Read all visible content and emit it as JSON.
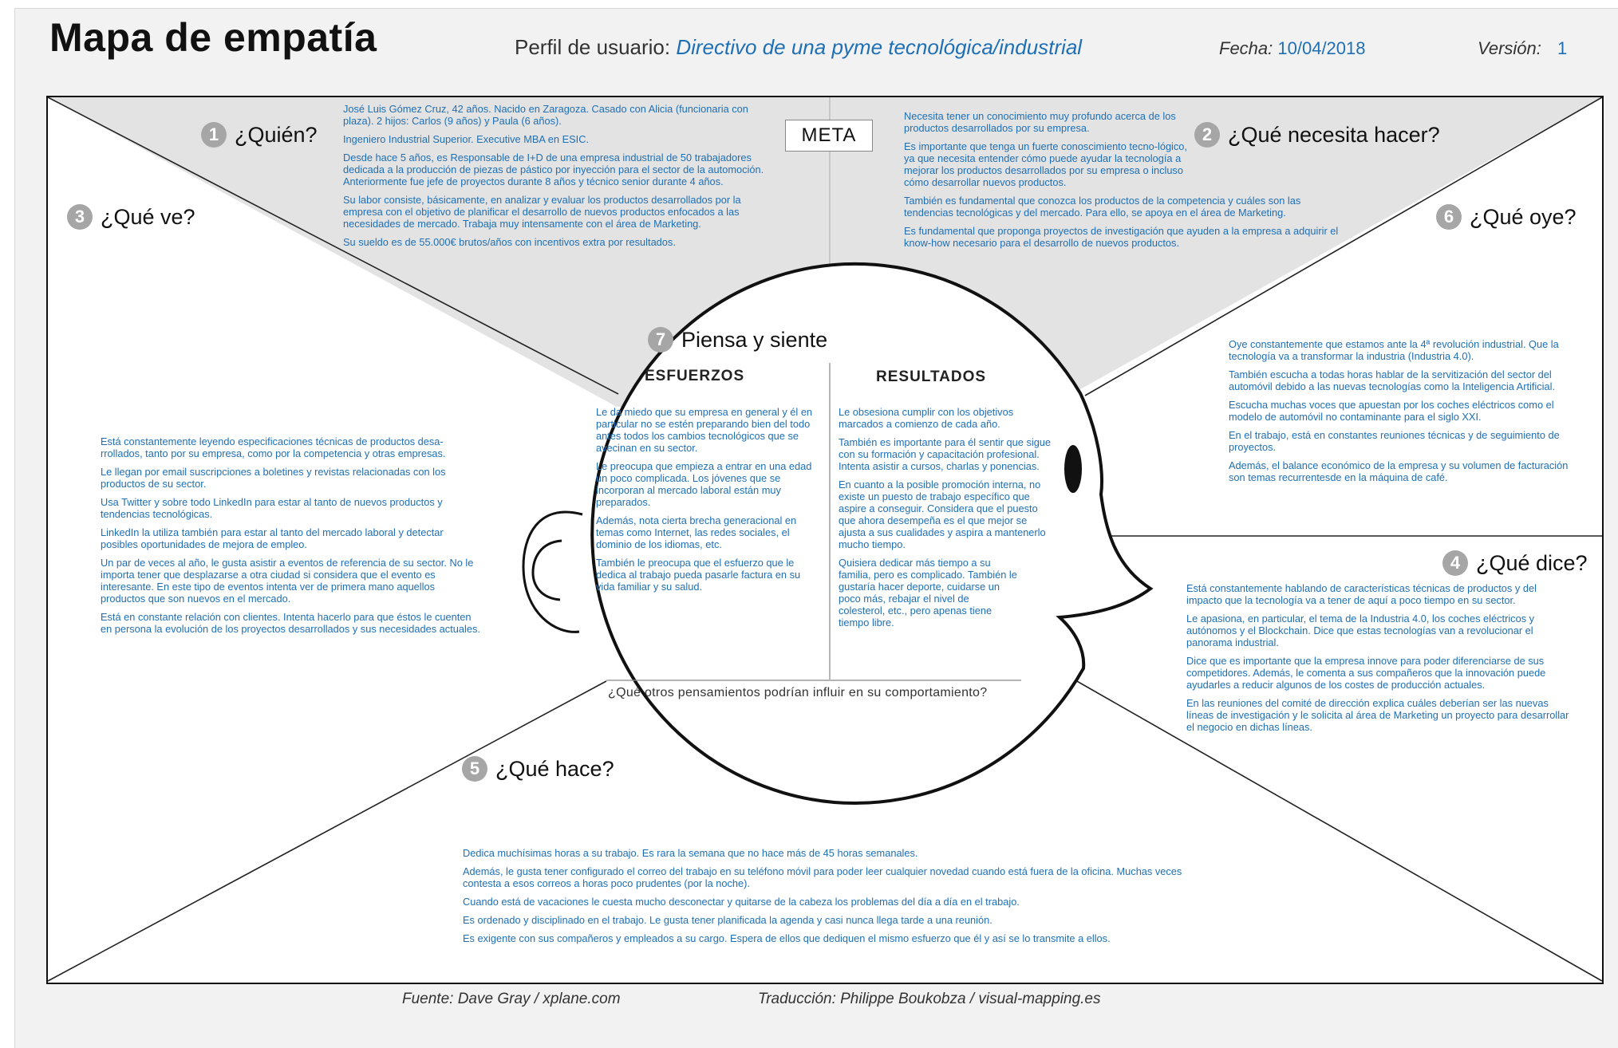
{
  "header": {
    "title": "Mapa de empatía",
    "profile_label": "Perfil de usuario:",
    "profile_value": "Directivo de una pyme tecnológica/industrial",
    "date_label": "Fecha:",
    "date_value": "10/04/2018",
    "version_label": "Versión:",
    "version_value": "1"
  },
  "meta_label": "META",
  "sections": {
    "quien": {
      "number": "1",
      "title": "¿Quién?",
      "paragraphs": [
        "José Luis Gómez Cruz, 42 años. Nacido en Zaragoza. Casado con Alicia (funcionaria con plaza). 2 hijos: Carlos (9 años) y Paula (6 años).",
        "Ingeniero Industrial Superior. Executive MBA en ESIC.",
        "Desde hace 5 años, es Responsable de I+D de una empresa industrial de 50 trabajadores dedicada a la producción de piezas de pástico por inyección para el sector de la automoción. Anteriormente fue jefe de proyectos durante 8 años y técnico senior durante 4 años.",
        "Su labor consiste, básicamente, en analizar y evaluar los productos desarrollados por la empresa con el objetivo de planificar el desarrollo de nuevos productos enfocados a las necesidades de mercado. Trabaja muy intensamente con el área de Marketing.",
        "Su sueldo es de 55.000€ brutos/años con incentivos extra por resultados."
      ]
    },
    "necesita": {
      "number": "2",
      "title": "¿Qué necesita hacer?",
      "paragraphs": [
        "Necesita tener un conocimiento muy profundo acerca de los productos desarrollados por su empresa.",
        "Es importante que tenga un fuerte conoscimiento tecno-lógico, ya que necesita entender cómo puede ayudar la tecnología a mejorar los productos desarrollados por su empresa o incluso cómo desarrollar nuevos productos.",
        "También es fundamental que conozca los productos de la competencia y cuáles son las tendencias tecnológicas y del mercado. Para ello, se apoya en el área de Marketing.",
        "Es fundamental que proponga proyectos de investigación que ayuden a la empresa a adquirir el know-how necesario para el desarrollo  de nuevos productos."
      ]
    },
    "ve": {
      "number": "3",
      "title": "¿Qué ve?",
      "paragraphs": [
        "Está constantemente leyendo especificaciones técnicas de productos desa-rrollados, tanto por su empresa, como por la competencia y otras empresas.",
        "Le llegan por email suscripciones a boletines y revistas relacionadas con los productos de su sector.",
        "Usa Twitter y sobre todo LinkedIn para estar al tanto de nuevos productos y tendencias tecnológicas.",
        "LinkedIn la utiliza también para estar al tanto del mercado laboral y detectar posibles oportunidades de mejora de empleo.",
        "Un par de veces al año, le gusta asistir a eventos de referencia de su sector. No le importa tener que desplazarse a otra ciudad si considera que el evento es interesante. En este tipo de eventos intenta ver de primera mano aquellos productos que son nuevos en el mercado.",
        "Está en constante relación con clientes. Intenta hacerlo para que éstos le cuenten en persona la evolución de los proyectos desarrollados y sus necesidades actuales."
      ]
    },
    "dice": {
      "number": "4",
      "title": "¿Qué dice?",
      "paragraphs": [
        "Está constantemente hablando de características técnicas de productos y del impacto que la tecnología va a tener de aquí a poco tiempo en su sector.",
        "Le apasiona, en particular, el tema de la Industria 4.0, los coches eléctricos y autónomos y el Blockchain. Dice que estas tecnologías van a revolucionar el panorama industrial.",
        "Dice que es importante que la empresa innove para poder diferenciarse de sus competidores. Además, le comenta a sus compañeros que la innovación puede ayudarles a reducir algunos de los costes de producción actuales.",
        "En las reuniones del comité de dirección explica cuáles deberían ser las nuevas líneas de investigación y le solicita al área de Marketing un proyecto para desarrollar el negocio en dichas líneas."
      ]
    },
    "hace": {
      "number": "5",
      "title": "¿Qué hace?",
      "paragraphs": [
        "Dedica muchísimas horas a su trabajo. Es rara la semana que no hace más de 45 horas semanales.",
        "Además, le gusta tener configurado el correo del trabajo en su teléfono móvil para poder leer cualquier novedad cuando está fuera de la oficina. Muchas veces contesta a esos correos a horas poco prudentes (por la noche).",
        "Cuando está de vacaciones le cuesta mucho desconectar y quitarse de la cabeza los problemas del día a día en el trabajo.",
        "Es ordenado y disciplinado en el trabajo. Le gusta tener planificada la agenda y casi nunca llega tarde a una reunión.",
        "Es exigente con sus compañeros y empleados a su cargo. Espera de ellos que dediquen el mismo esfuerzo que él y así se lo transmite a ellos."
      ]
    },
    "oye": {
      "number": "6",
      "title": "¿Qué oye?",
      "paragraphs": [
        "Oye constantemente que estamos ante la 4ª revolución industrial. Que la tecnología va a transformar la industria (Industria 4.0).",
        "También escucha a todas horas hablar de la servitización del sector del automóvil debido a las nuevas tecnologías como la Inteligencia Artificial.",
        "Escucha muchas voces que apuestan por los coches eléctricos como el modelo de automóvil no contaminante para el siglo XXI.",
        "En el trabajo, está en constantes reuniones técnicas y de seguimiento de proyectos.",
        "Además, el balance económico de la empresa y su volumen de facturación son temas recurrentesde en la máquina de café."
      ]
    },
    "piensa": {
      "number": "7",
      "title": "Piensa y siente",
      "esfuerzos_label": "ESFUERZOS",
      "resultados_label": "RESULTADOS",
      "esfuerzos": [
        "Le da miedo que su empresa en general y él en particular no se estén preparando bien del todo antes todos los cambios tecnológicos que se avecinan en su sector.",
        "Le preocupa que empieza a entrar en una edad un poco complicada. Los jóvenes que se incorporan al mercado laboral están muy preparados.",
        "Además, nota cierta brecha generacional en temas como Internet, las redes sociales, el dominio de los idiomas, etc.",
        "También le preocupa que el esfuerzo que le dedica al trabajo pueda pasarle factura en su vida familiar y su salud."
      ],
      "resultados": [
        "Le obsesiona cumplir con los objetivos marcados a comienzo de cada año.",
        "También es importante para él sentir que sigue con su formación y capacitación profesional. Intenta asistir a cursos, charlas y ponencias.",
        "En cuanto a la posible promoción interna, no existe un puesto de trabajo específico que aspire a conseguir. Considera que el puesto que ahora desempeña es el que mejor se ajusta a sus cualidades y aspira a mantenerlo mucho tiempo.",
        "Quisiera dedicar más tiempo a su familia, pero es complicado. También le gustaría hacer deporte, cuidarse un poco más, rebajar el nivel de colesterol, etc., pero apenas tiene tiempo libre."
      ],
      "question": "¿Qué otros pensamientos podrían influir en su comportamiento?"
    }
  },
  "footer": {
    "source": "Fuente: Dave Gray / xplane.com",
    "translation": "Traducción: Philippe Boukobza / visual-mapping.es"
  }
}
